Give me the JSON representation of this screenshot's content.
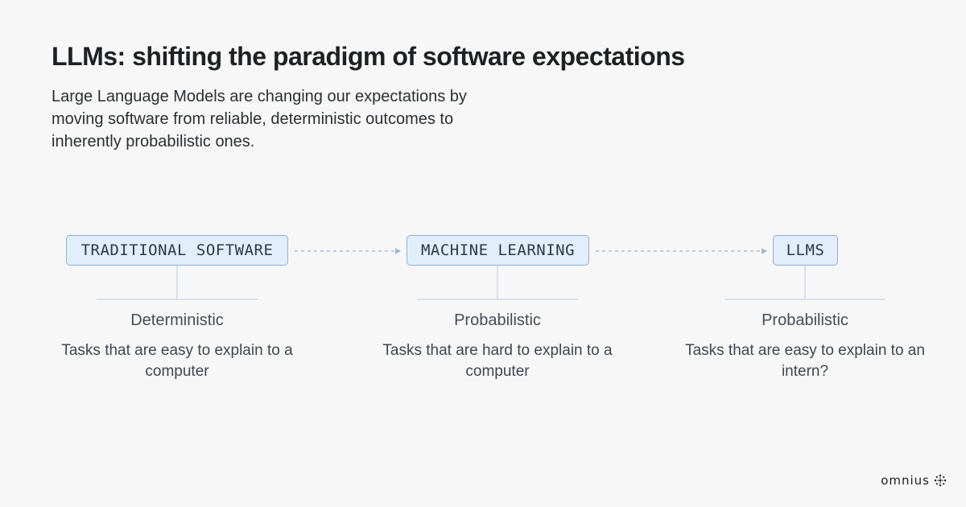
{
  "header": {
    "title": "LLMs: shifting the paradigm of software expectations",
    "subtitle": "Large Language Models are changing our expectations by moving software from reliable, deterministic outcomes to inherently probabilistic ones."
  },
  "diagram": {
    "nodes": [
      {
        "label": "TRADITIONAL SOFTWARE",
        "kind": "Deterministic",
        "description": "Tasks that are easy to explain to a computer"
      },
      {
        "label": "MACHINE LEARNING",
        "kind": "Probabilistic",
        "description": "Tasks that are hard to explain to a computer"
      },
      {
        "label": "LLMS",
        "kind": "Probabilistic",
        "description": "Tasks that are easy to explain to an intern?"
      }
    ],
    "edges": [
      {
        "from": "TRADITIONAL SOFTWARE",
        "to": "MACHINE LEARNING",
        "style": "dashed"
      },
      {
        "from": "MACHINE LEARNING",
        "to": "LLMS",
        "style": "dashed"
      }
    ],
    "colors": {
      "node_fill": "#e3eefb",
      "node_border": "#8eb0d3",
      "connector": "#9fb6cc"
    }
  },
  "brand": {
    "name": "omnius",
    "icon": "sparkle-logo-icon"
  }
}
